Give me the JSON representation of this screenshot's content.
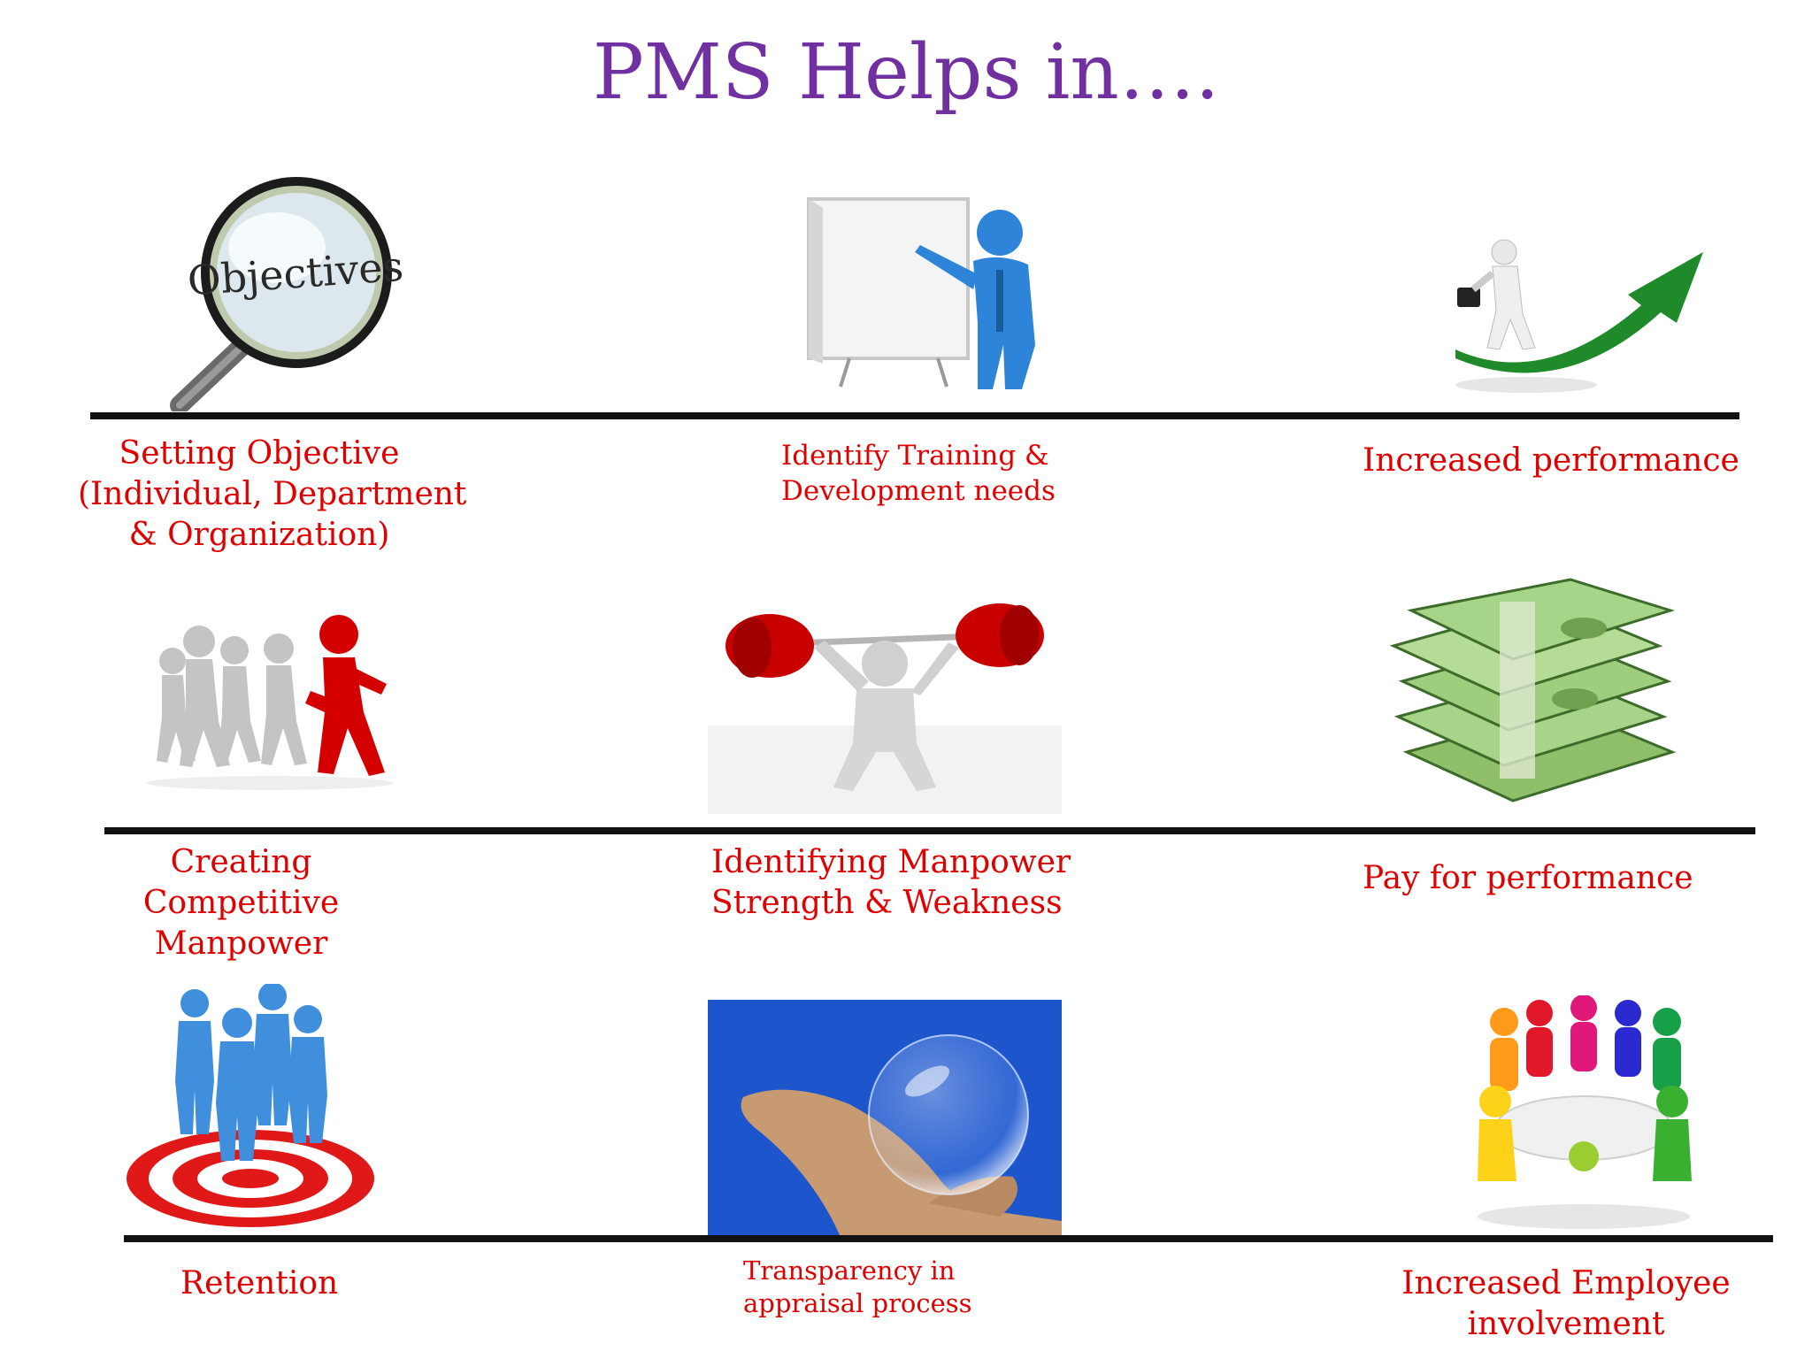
{
  "slide": {
    "title": "PMS Helps in….",
    "items": [
      {
        "lines": [
          "Setting Objective",
          "(Individual, Department",
          "& Organization)"
        ],
        "icon": "objectives-magnifier-icon"
      },
      {
        "lines": [
          "Identify Training &",
          "Development needs"
        ],
        "icon": "presenter-board-icon"
      },
      {
        "lines": [
          "Increased performance"
        ],
        "icon": "rising-arrow-runner-icon"
      },
      {
        "lines": [
          "Creating",
          "Competitive",
          "Manpower"
        ],
        "icon": "race-runners-icon"
      },
      {
        "lines": [
          "Identifying Manpower",
          "Strength & Weakness"
        ],
        "icon": "weightlifter-icon"
      },
      {
        "lines": [
          "Pay for performance"
        ],
        "icon": "money-stack-icon"
      },
      {
        "lines": [
          "Retention"
        ],
        "icon": "team-on-target-icon"
      },
      {
        "lines": [
          "Transparency in",
          "appraisal process"
        ],
        "icon": "hand-holding-bubble-icon"
      },
      {
        "lines": [
          "Increased Employee",
          "involvement"
        ],
        "icon": "team-round-table-icon"
      }
    ],
    "magnifier_text": "Objectives",
    "colors": {
      "title": "#7030a0",
      "labels": "#e00000",
      "rules": "#111111"
    }
  }
}
